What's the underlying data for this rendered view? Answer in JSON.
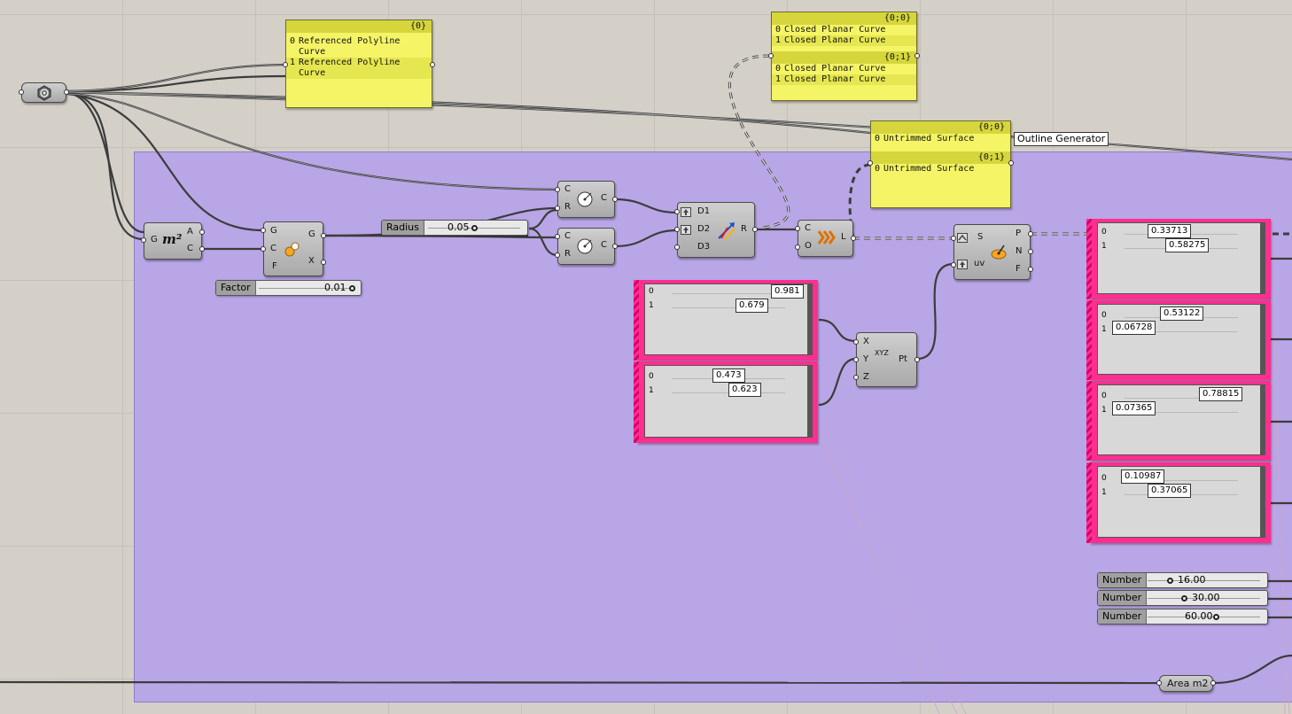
{
  "canvas": {
    "group_name": "Outline Generator"
  },
  "panels": {
    "ref_polyline": {
      "path": "{0}",
      "items": [
        {
          "index": "0",
          "text": "Referenced Polyline Curve"
        },
        {
          "index": "1",
          "text": "Referenced Polyline Curve"
        }
      ]
    },
    "closed_planar": {
      "branches": [
        {
          "path": "{0;0}",
          "items": [
            {
              "index": "0",
              "text": "Closed Planar Curve"
            },
            {
              "index": "1",
              "text": "Closed Planar Curve"
            }
          ]
        },
        {
          "path": "{0;1}",
          "items": [
            {
              "index": "0",
              "text": "Closed Planar Curve"
            },
            {
              "index": "1",
              "text": "Closed Planar Curve"
            }
          ]
        }
      ]
    },
    "untrimmed_surface": {
      "branches": [
        {
          "path": "{0;0}",
          "items": [
            {
              "index": "0",
              "text": "Untrimmed Surface"
            }
          ]
        },
        {
          "path": "{0;1}",
          "items": [
            {
              "index": "0",
              "text": "Untrimmed Surface"
            }
          ]
        }
      ]
    }
  },
  "components": {
    "area": {
      "in": "G",
      "out1": "A",
      "out2": "C",
      "icon": "m²"
    },
    "scale": {
      "in1": "G",
      "in2": "C",
      "in3": "F",
      "out1": "G",
      "out2": "X"
    },
    "circle1": {
      "in1": "C",
      "in2": "R",
      "out": "C"
    },
    "circle2": {
      "in1": "C",
      "in2": "R",
      "out": "C"
    },
    "divide": {
      "in1": "D1",
      "in2": "D2",
      "in3": "D3",
      "out": "R"
    },
    "loft": {
      "in1": "C",
      "in2": "O",
      "out": "L"
    },
    "construct_point": {
      "in1": "X",
      "in2": "Y",
      "in3": "Z",
      "out": "Pt",
      "icon": "XYZ"
    },
    "eval_surface": {
      "in1": "S",
      "in2": "uv",
      "out1": "P",
      "out2": "N",
      "out3": "F"
    },
    "area_param": {
      "label": "Area m2"
    }
  },
  "sliders": {
    "radius": {
      "label": "Radius",
      "value": "0.05"
    },
    "factor": {
      "label": "Factor",
      "value": "0.01"
    },
    "number1": {
      "label": "Number",
      "value": "16.00"
    },
    "number2": {
      "label": "Number",
      "value": "30.00"
    },
    "number3": {
      "label": "Number",
      "value": "60.00"
    }
  },
  "gene_pools": {
    "left1": [
      {
        "index": "0",
        "value": "0.981"
      },
      {
        "index": "1",
        "value": "0.679"
      }
    ],
    "left2": [
      {
        "index": "0",
        "value": "0.473"
      },
      {
        "index": "1",
        "value": "0.623"
      }
    ],
    "right1": [
      {
        "index": "0",
        "value": "0.33713"
      },
      {
        "index": "1",
        "value": "0.58275"
      }
    ],
    "right2": [
      {
        "index": "0",
        "value": "0.53122"
      },
      {
        "index": "1",
        "value": "0.06728"
      }
    ],
    "right3": [
      {
        "index": "0",
        "value": "0.78815"
      },
      {
        "index": "1",
        "value": "0.07365"
      }
    ],
    "right4": [
      {
        "index": "0",
        "value": "0.10987"
      },
      {
        "index": "1",
        "value": "0.37065"
      }
    ]
  },
  "colors": {
    "canvas": "#d4d0c8",
    "group": "#b8a6e6",
    "panel": "#f4f466",
    "gene_pool": "#ff2e8f"
  }
}
